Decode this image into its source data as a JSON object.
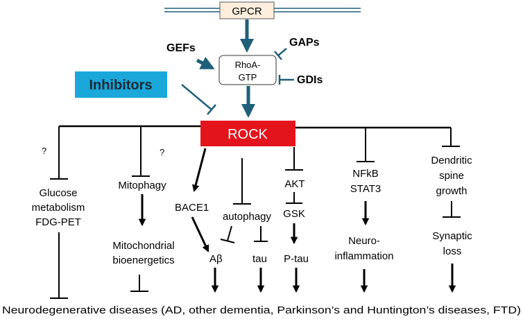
{
  "top": {
    "receptor": "GPCR",
    "gtpase_line1": "RhoA-",
    "gtpase_line2": "GTP",
    "activators": "GEFs",
    "gaps": "GAPs",
    "gdis": "GDIs",
    "inhibitors": "Inhibitors",
    "kinase": "ROCK"
  },
  "branches": {
    "q1": "?",
    "q2": "?",
    "glucose": [
      "Glucose",
      "metabolism",
      "FDG-PET"
    ],
    "mitophagy": "Mitophagy",
    "mito": [
      "Mitochondrial",
      "bioenergetics"
    ],
    "bace1": "BACE1",
    "autophagy": "autophagy",
    "abeta": "Aβ",
    "tau": "tau",
    "akt": "AKT",
    "gsk": "GSK",
    "ptau": "P-tau",
    "nfkb": [
      "NFkB",
      "STAT3"
    ],
    "neuro": [
      "Neuro-",
      "inflammation"
    ],
    "spine": [
      "Dendritic",
      "spine",
      "growth"
    ],
    "synaptic": [
      "Synaptic",
      "loss"
    ]
  },
  "outcome": "Neurodegenerative diseases (AD, other dementia, Parkinson’s and Huntington’s diseases, FTD)",
  "colors": {
    "teal": "#1f5f7a",
    "inhibitor_box": "#1aa7d9",
    "rock_box": "#e3141b",
    "black": "#000000"
  }
}
